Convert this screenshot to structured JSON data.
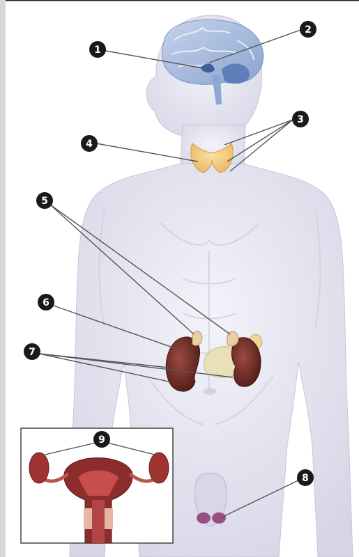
{
  "diagram": {
    "callouts": [
      {
        "id": "1",
        "label": "1",
        "structure": "hypothalamus-pointer"
      },
      {
        "id": "2",
        "label": "2",
        "structure": "pituitary-pointer"
      },
      {
        "id": "3",
        "label": "3",
        "structure": "parathyroid-pointer"
      },
      {
        "id": "4",
        "label": "4",
        "structure": "thyroid-pointer"
      },
      {
        "id": "5",
        "label": "5",
        "structure": "adrenal-pointer"
      },
      {
        "id": "6",
        "label": "6",
        "structure": "kidney-pointer"
      },
      {
        "id": "7",
        "label": "7",
        "structure": "kidney-lower-pointer"
      },
      {
        "id": "8",
        "label": "8",
        "structure": "testis-pointer"
      },
      {
        "id": "9",
        "label": "9",
        "structure": "ovary-pointer"
      }
    ]
  },
  "colors": {
    "body": "#e6e6f2",
    "body_shadow": "#c9c9dc",
    "brain": "#9bb3d8",
    "thyroid": "#f5c77a",
    "kidney": "#6e2a24",
    "adrenal": "#e3c79a",
    "pancreas": "#e7dcb4",
    "uterus": "#8a2b2b",
    "badge": "#1a1a1a",
    "leader": "#555555",
    "left_strip": "#d8d8d8"
  }
}
